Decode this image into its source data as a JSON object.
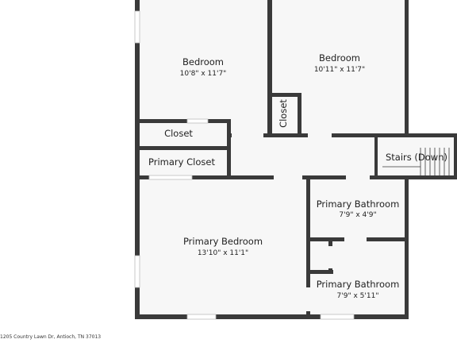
{
  "rooms": [
    {
      "name": "Bedroom",
      "dims": "10'8\" x 11'7\""
    },
    {
      "name": "Bedroom",
      "dims": "10'11\" x 11'7\""
    },
    {
      "name": "Closet"
    },
    {
      "name": "Closet"
    },
    {
      "name": "Primary Closet"
    },
    {
      "name": "Stairs (Down)"
    },
    {
      "name": "Primary Bathroom",
      "dims": "7'9\" x 4'9\""
    },
    {
      "name": "Primary Bedroom",
      "dims": "13'10\" x 11'1\""
    },
    {
      "name": "Primary Bathroom",
      "dims": "7'9\" x 5'11\""
    }
  ],
  "footer": {
    "address": "1205 Country Lawn Dr, Antioch, TN 37013"
  }
}
